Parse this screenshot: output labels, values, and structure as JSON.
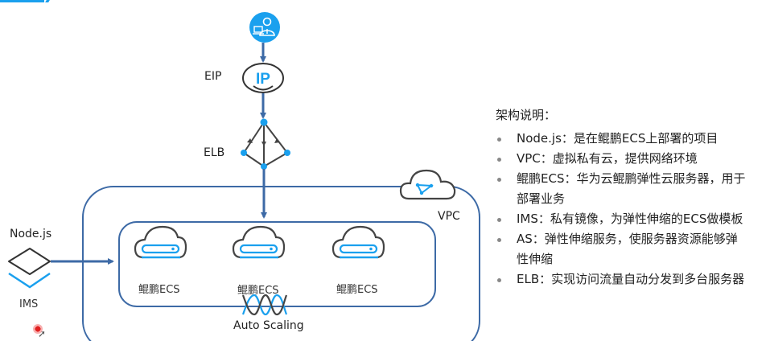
{
  "diagram": {
    "nodes": {
      "user": {
        "icon": "user-computer-icon"
      },
      "eip": {
        "label": "EIP",
        "icon_text": "IP"
      },
      "elb": {
        "label": "ELB"
      },
      "vpc": {
        "label": "VPC"
      },
      "nodejs": {
        "label": "Node.js"
      },
      "ims": {
        "label": "IMS"
      },
      "ecs": [
        {
          "label": "鲲鹏ECS"
        },
        {
          "label": "鲲鹏ECS"
        },
        {
          "label": "鲲鹏ECS"
        }
      ],
      "autoscaling": {
        "label": "Auto Scaling"
      }
    },
    "edges": [
      {
        "from": "user",
        "to": "eip"
      },
      {
        "from": "eip",
        "to": "elb"
      },
      {
        "from": "elb",
        "to": "ecs-group"
      },
      {
        "from": "nodejs",
        "to": "ecs-group"
      }
    ],
    "colors": {
      "line": "#3d6aa6",
      "accent": "#1aa0ee",
      "icon_stroke": "#444444"
    }
  },
  "notes": {
    "title": "架构说明：",
    "items": [
      {
        "lines": [
          "Node.js：是在鲲鹏ECS上部署的项目"
        ]
      },
      {
        "lines": [
          "VPC：虚拟私有云，提供网络环境"
        ]
      },
      {
        "lines": [
          "鲲鹏ECS：华为云鲲鹏弹性云服务器，用于",
          "部署业务"
        ]
      },
      {
        "lines": [
          "IMS：私有镜像，为弹性伸缩的ECS做模板"
        ]
      },
      {
        "lines": [
          "AS：弹性伸缩服务，使服务器资源能够弹",
          "性伸缩"
        ]
      },
      {
        "lines": [
          "ELB：实现访问流量自动分发到多台服务器"
        ]
      }
    ]
  }
}
